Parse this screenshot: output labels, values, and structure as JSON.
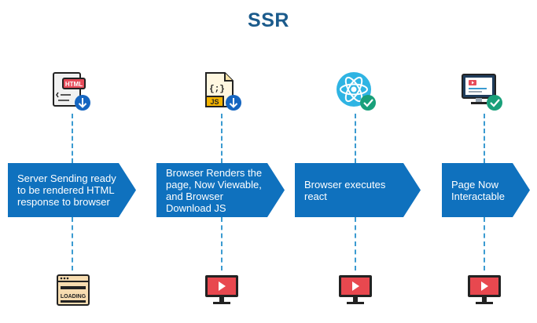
{
  "title": "SSR",
  "colors": {
    "title": "#1b5b8c",
    "step_box": "#0f71be",
    "connector": "#3b9bd1",
    "download_badge": "#1565c0",
    "check_badge": "#19a07a"
  },
  "steps": [
    {
      "text": "Server Sending ready\nto be rendered HTML\nresponse to browser",
      "top_icon": "html-file-download-icon",
      "top_icon_text": "HTML",
      "bottom_icon": "loading-browser-icon",
      "bottom_icon_text": "LOADING"
    },
    {
      "text": "Browser Renders the\npage, Now Viewable,\nand Browser\nDownload JS",
      "top_icon": "js-file-download-icon",
      "top_icon_text": "JS",
      "bottom_icon": "monitor-video-icon"
    },
    {
      "text": "Browser executes\nreact",
      "top_icon": "react-check-icon",
      "bottom_icon": "monitor-video-icon"
    },
    {
      "text": "Page Now\nInteractable",
      "top_icon": "monitor-check-icon",
      "bottom_icon": "monitor-video-icon"
    }
  ]
}
